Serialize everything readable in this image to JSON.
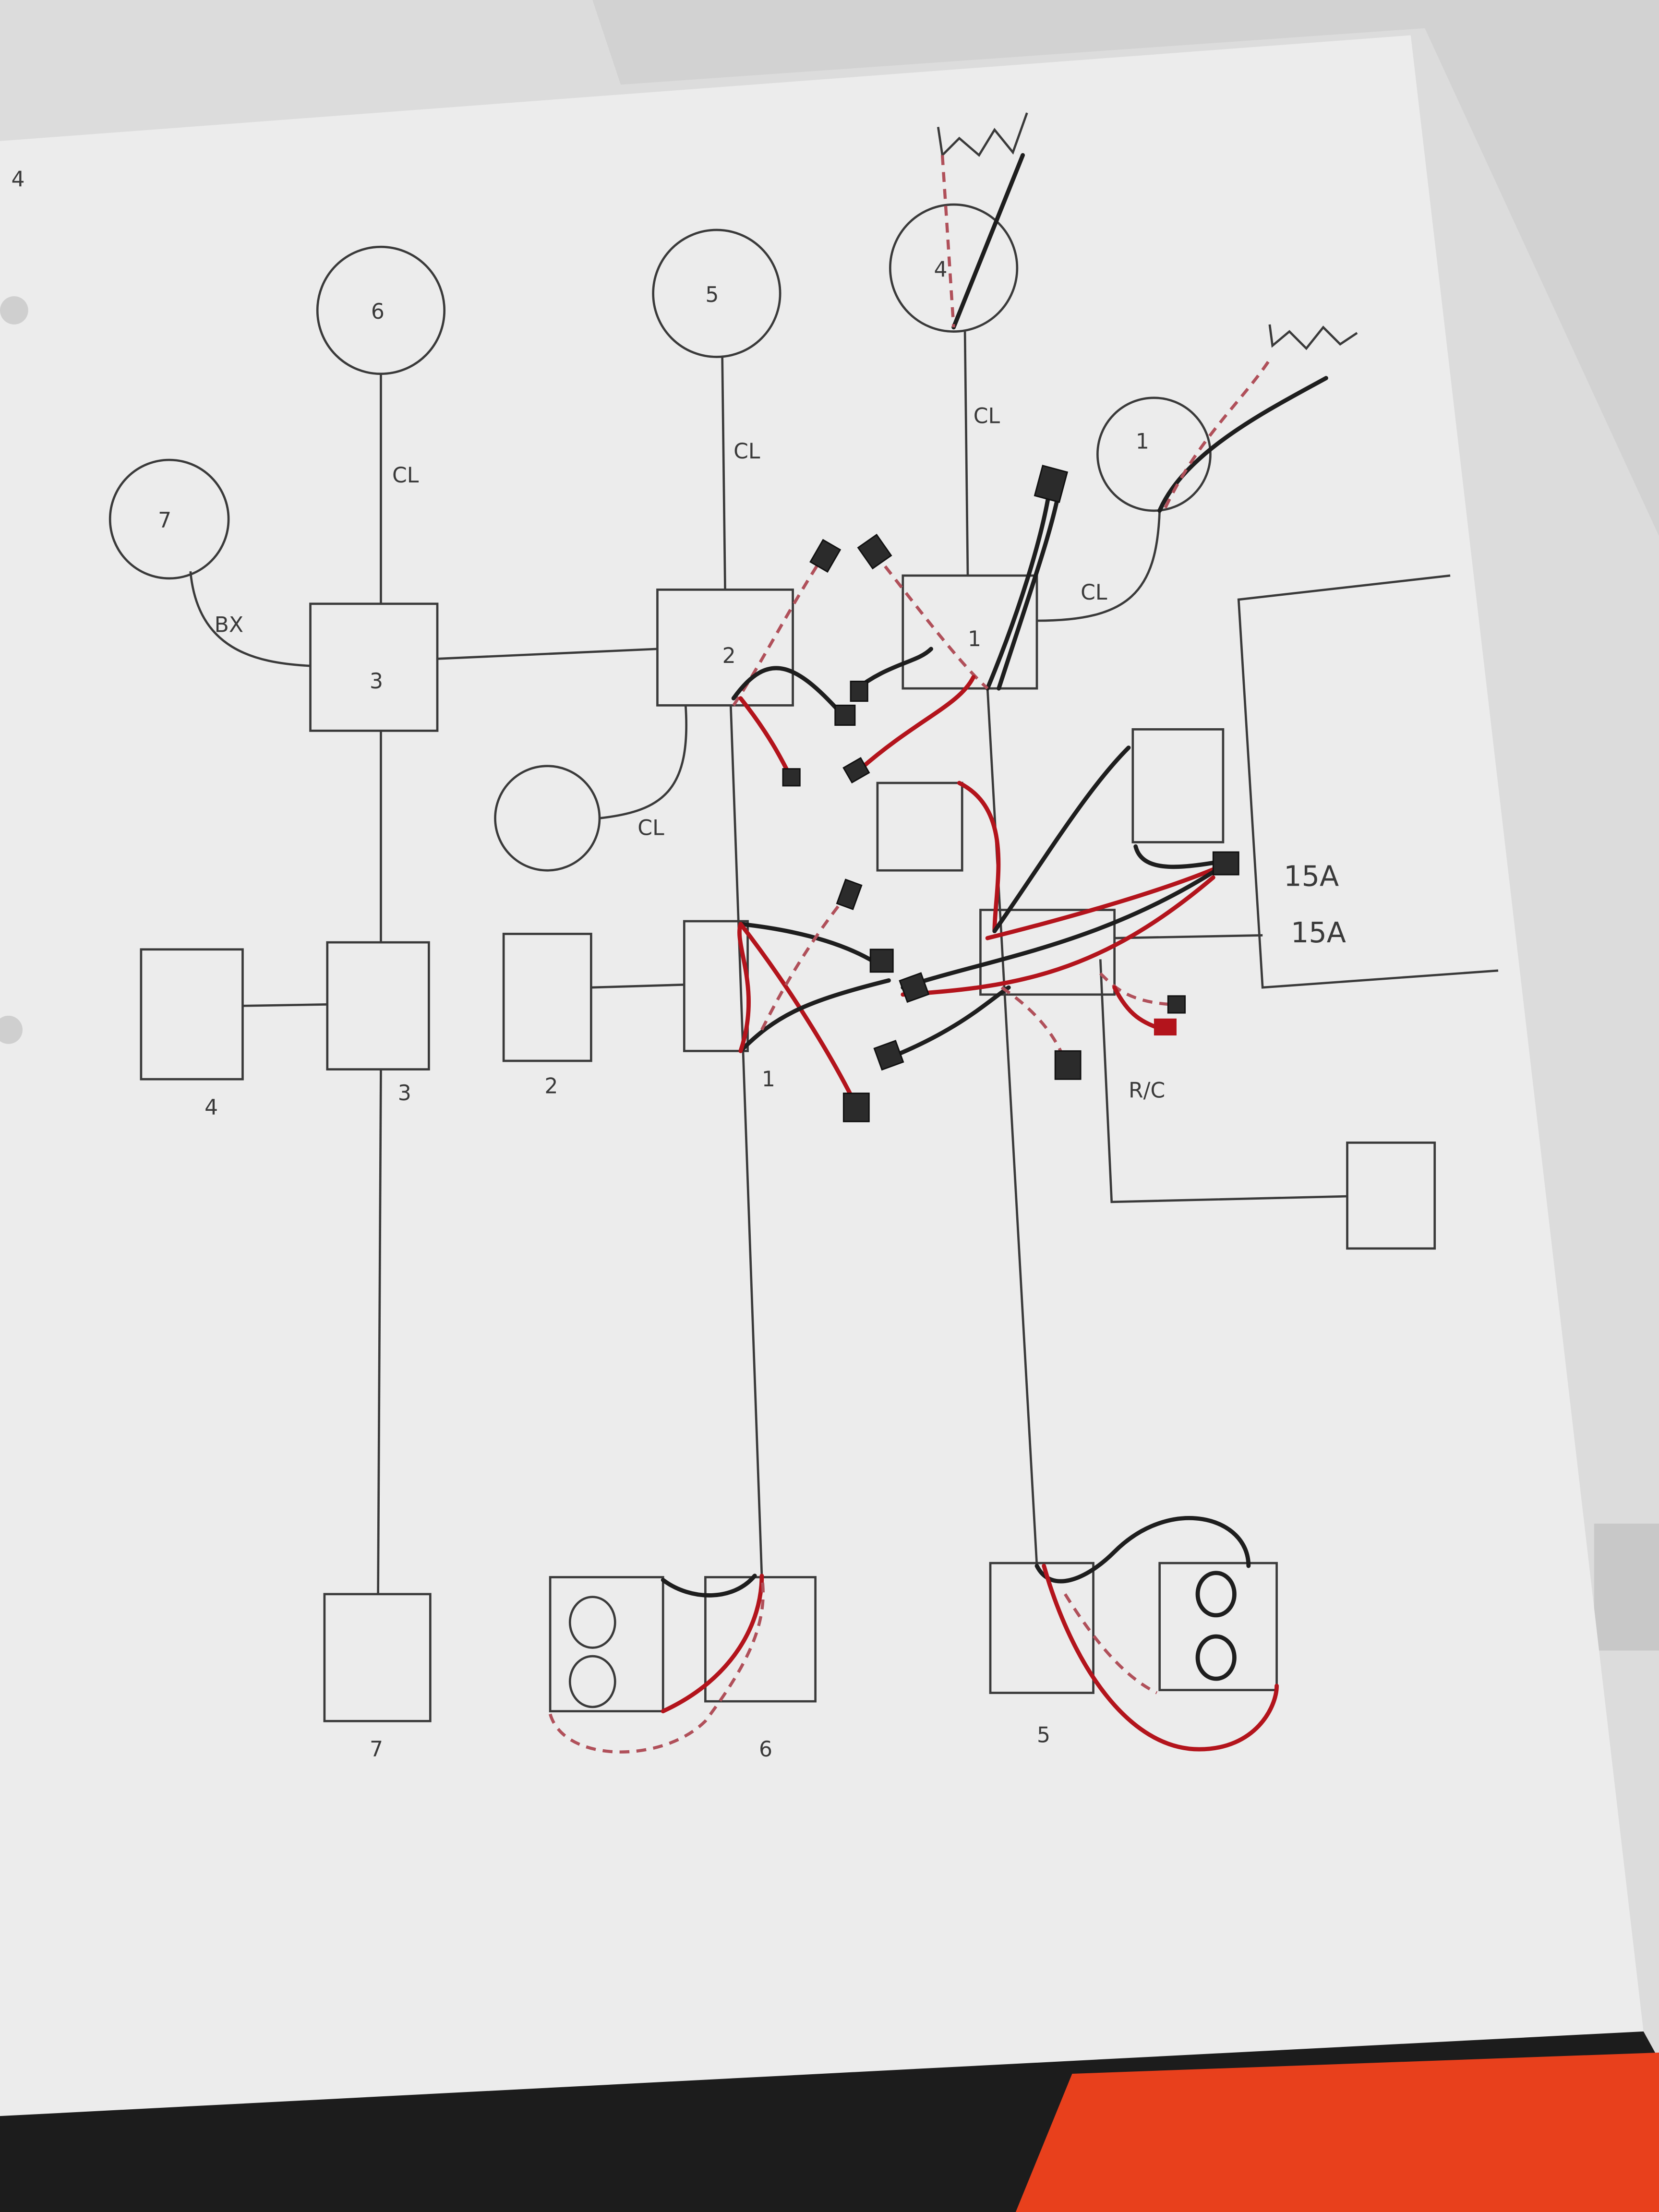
{
  "colors": {
    "paper": "#ebebeb",
    "pencil": "#3a3a3a",
    "hot_wire": "#1e1e1e",
    "switch_leg": "#b3141c",
    "travelers_dashed": "#b0505a",
    "floor": "#e8401c"
  },
  "lights": [
    {
      "id": "light-6",
      "label": "6"
    },
    {
      "id": "light-5",
      "label": "5"
    },
    {
      "id": "light-4",
      "label": "4"
    },
    {
      "id": "light-7",
      "label": "7"
    },
    {
      "id": "light-1",
      "label": "1"
    }
  ],
  "cable_labels": {
    "cl_6": "CL",
    "cl_5": "CL",
    "cl_4": "CL",
    "cl_1": "CL",
    "cl_unlabeled": "CL",
    "bx_7": "BX"
  },
  "junction_boxes": {
    "box_3": "3",
    "box_2": "2",
    "box_1": "1"
  },
  "switches": {
    "sw_4": "4",
    "sw_3": "3",
    "sw_2": "2",
    "sw_1": "1"
  },
  "panel": {
    "breaker_1": "15A",
    "breaker_2": "15A"
  },
  "receptacle_note": "R/C",
  "outlets": {
    "out_7": "7",
    "out_6": "6",
    "out_5": "5"
  },
  "corner_note": "4"
}
